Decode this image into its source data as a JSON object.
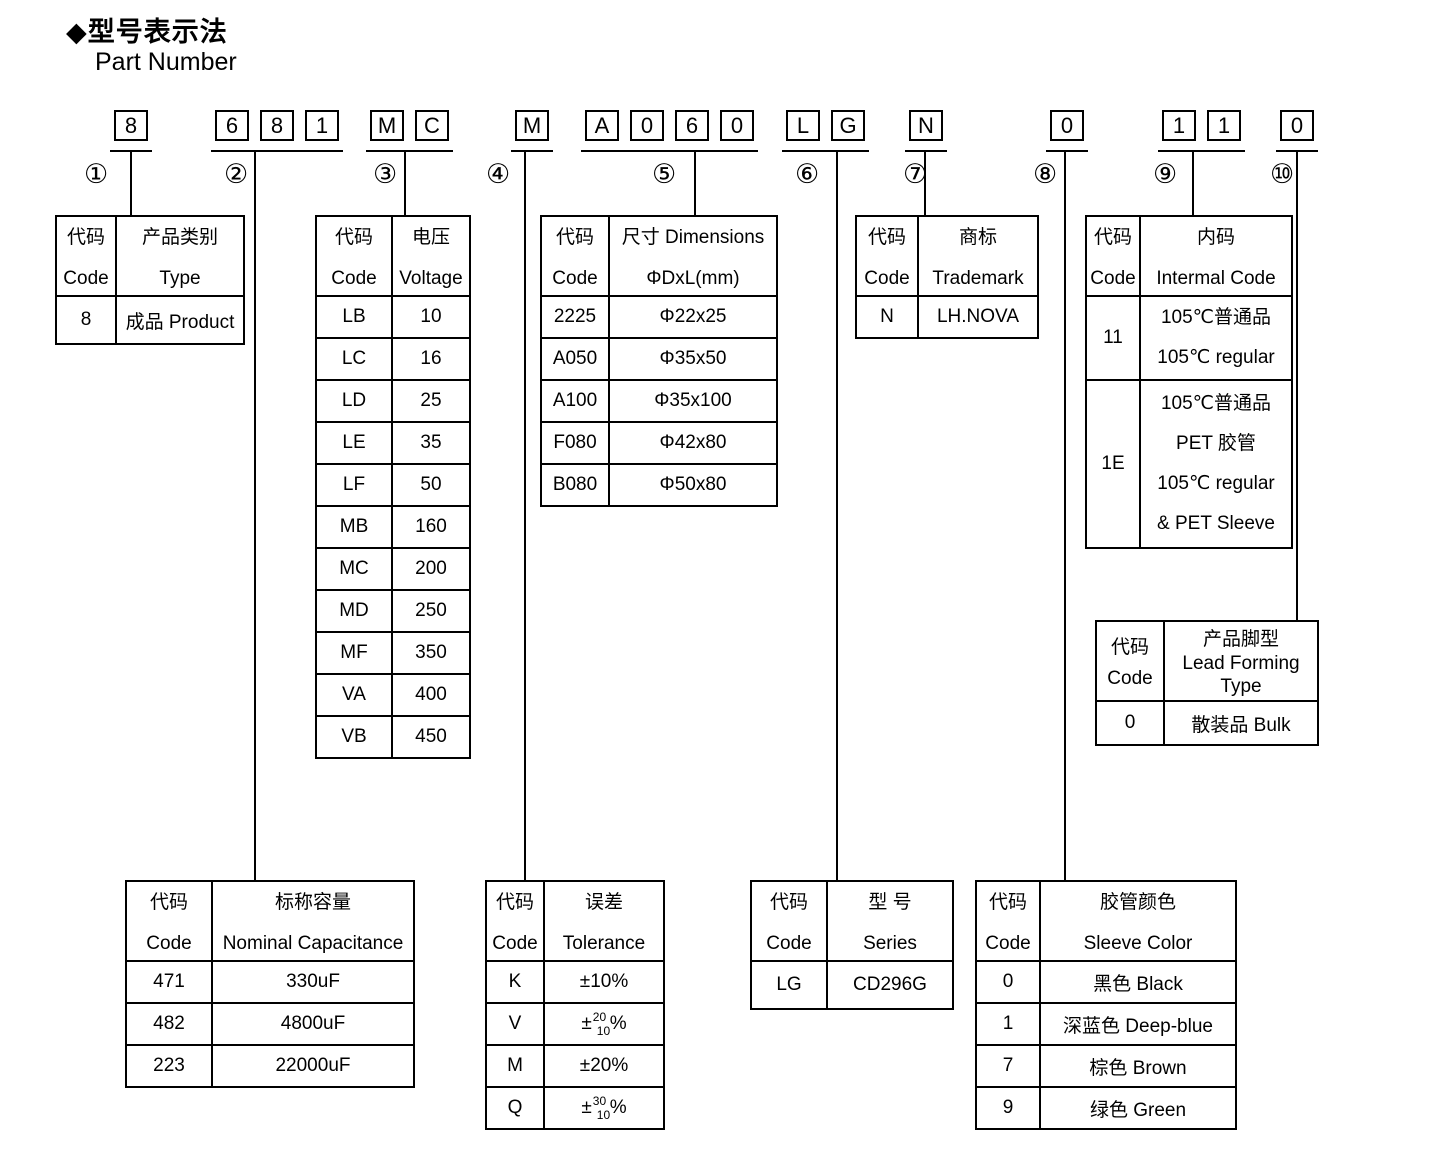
{
  "page": {
    "title_zh": "◆型号表示法",
    "title_en": "Part Number"
  },
  "common": {
    "code_zh": "代码",
    "code_en": "Code"
  },
  "part_number": {
    "g1": [
      "8"
    ],
    "g2": [
      "6",
      "8",
      "1"
    ],
    "g3": [
      "M",
      "C"
    ],
    "g4": [
      "M"
    ],
    "g5": [
      "A",
      "0",
      "6",
      "0"
    ],
    "g6": [
      "L",
      "G"
    ],
    "g7": [
      "N"
    ],
    "g8": [
      "0"
    ],
    "g9": [
      "1",
      "1"
    ],
    "g10": [
      "0"
    ]
  },
  "circles": [
    "①",
    "②",
    "③",
    "④",
    "⑤",
    "⑥",
    "⑦",
    "⑧",
    "⑨",
    "⑩"
  ],
  "type_table": {
    "header_zh": "产品类别",
    "header_en": "Type",
    "rows": [
      {
        "code": "8",
        "value": "成品 Product"
      }
    ]
  },
  "voltage_table": {
    "header_zh": "电压",
    "header_en": "Voltage",
    "rows": [
      {
        "code": "LB",
        "value": "10"
      },
      {
        "code": "LC",
        "value": "16"
      },
      {
        "code": "LD",
        "value": "25"
      },
      {
        "code": "LE",
        "value": "35"
      },
      {
        "code": "LF",
        "value": "50"
      },
      {
        "code": "MB",
        "value": "160"
      },
      {
        "code": "MC",
        "value": "200"
      },
      {
        "code": "MD",
        "value": "250"
      },
      {
        "code": "MF",
        "value": "350"
      },
      {
        "code": "VA",
        "value": "400"
      },
      {
        "code": "VB",
        "value": "450"
      }
    ]
  },
  "dimensions_table": {
    "header_line1": "尺寸 Dimensions",
    "header_line2": "ΦDxL(mm)",
    "rows": [
      {
        "code": "2225",
        "value": "Φ22x25"
      },
      {
        "code": "A050",
        "value": "Φ35x50"
      },
      {
        "code": "A100",
        "value": "Φ35x100"
      },
      {
        "code": "F080",
        "value": "Φ42x80"
      },
      {
        "code": "B080",
        "value": "Φ50x80"
      }
    ]
  },
  "trademark_table": {
    "header_zh": "商标",
    "header_en": "Trademark",
    "rows": [
      {
        "code": "N",
        "value": "LH.NOVA"
      }
    ]
  },
  "internal_table": {
    "header_zh": "内码",
    "header_en": "Intermal Code",
    "rows": [
      {
        "code": "11",
        "lines": [
          "105℃普通品",
          "105℃  regular"
        ]
      },
      {
        "code": "1E",
        "lines": [
          "105℃普通品",
          "PET 胶管",
          "105℃  regular",
          "& PET Sleeve"
        ]
      }
    ]
  },
  "lead_table": {
    "header_line1": "产品脚型",
    "header_line2": "Lead Forming",
    "header_line3": "Type",
    "rows": [
      {
        "code": "0",
        "value": "散装品 Bulk"
      }
    ]
  },
  "capacitance_table": {
    "header_zh": "标称容量",
    "header_en": "Nominal Capacitance",
    "rows": [
      {
        "code": "471",
        "value": "330uF"
      },
      {
        "code": "482",
        "value": "4800uF"
      },
      {
        "code": "223",
        "value": "22000uF"
      }
    ]
  },
  "tolerance_table": {
    "header_zh": "误差",
    "header_en": "Tolerance",
    "rows": [
      {
        "code": "K",
        "value": "±10%"
      },
      {
        "code": "V",
        "pre": "±",
        "sup": "20",
        "sub": "10",
        "post": "%"
      },
      {
        "code": "M",
        "value": "±20%"
      },
      {
        "code": "Q",
        "pre": "±",
        "sup": "30",
        "sub": "10",
        "post": "%"
      }
    ]
  },
  "series_table": {
    "header_zh": "型 号",
    "header_en": "Series",
    "rows": [
      {
        "code": "LG",
        "value": "CD296G"
      }
    ]
  },
  "sleeve_table": {
    "header_zh": "胶管颜色",
    "header_en": "Sleeve Color",
    "rows": [
      {
        "code": "0",
        "value": "黑色 Black"
      },
      {
        "code": "1",
        "value": "深蓝色 Deep-blue"
      },
      {
        "code": "7",
        "value": "棕色 Brown"
      },
      {
        "code": "9",
        "value": "绿色 Green"
      }
    ]
  }
}
